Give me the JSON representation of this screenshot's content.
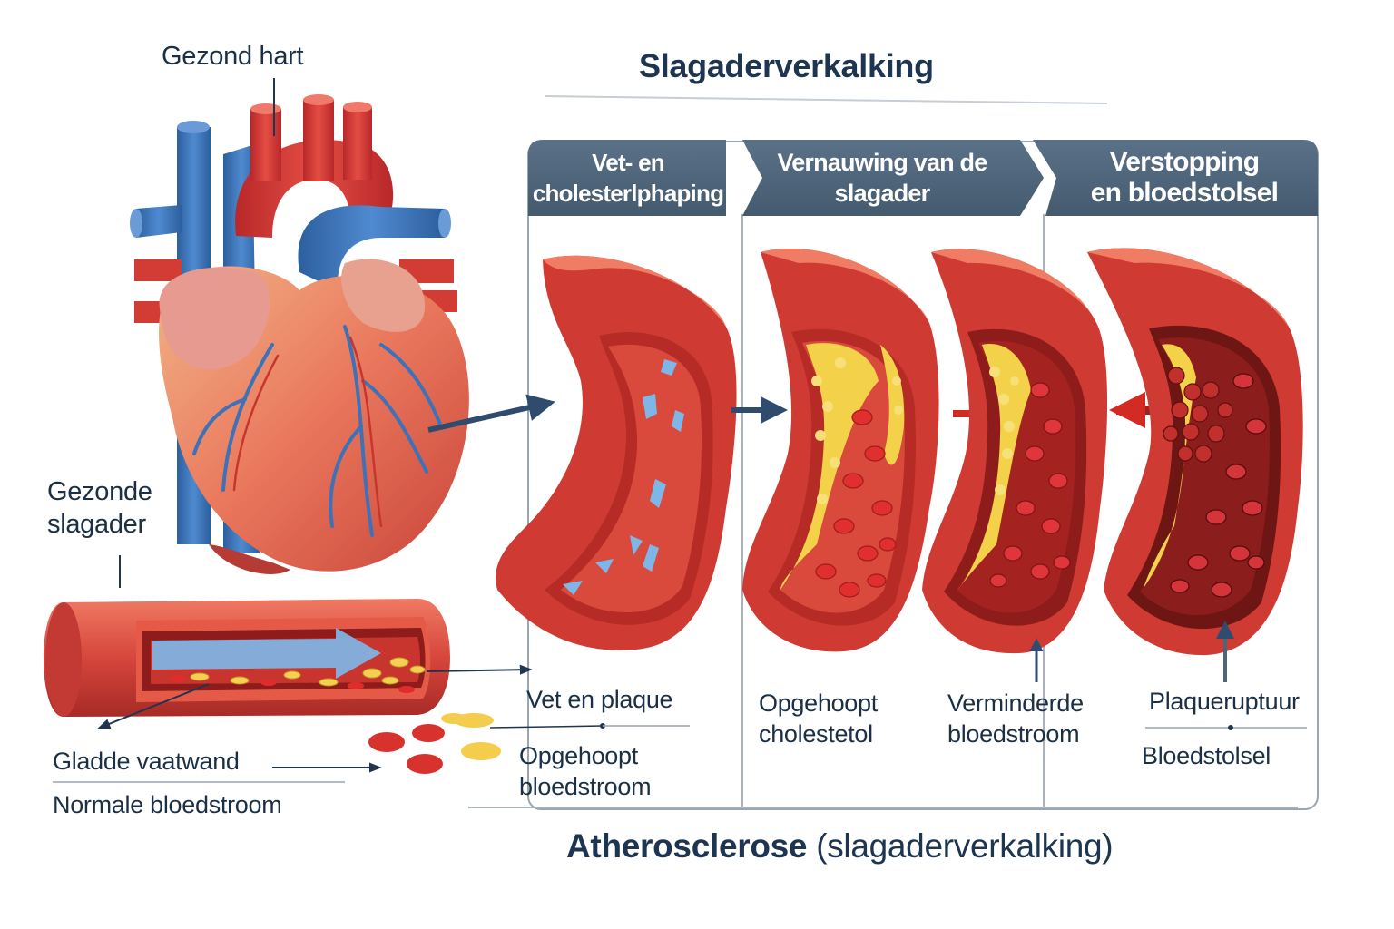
{
  "title": "Slagaderverkalking",
  "heart": {
    "label": "Gezond hart"
  },
  "healthy_artery": {
    "label_lines": [
      "Gezonde",
      "slagader"
    ],
    "smooth_wall": "Gladde vaatwand",
    "normal_flow": "Normale bloedstroom"
  },
  "stages": [
    {
      "title_lines": [
        "Vet- en",
        "cholesterlphaping"
      ]
    },
    {
      "title_lines": [
        "Vernauwing van de",
        "slagader"
      ]
    },
    {
      "title_lines": [
        "Verstopping",
        "en bloedstolsel"
      ]
    }
  ],
  "callouts": {
    "fat_plaque": "Vet en plaque",
    "accumulated_flow": [
      "Opgehoopt",
      "bloedstroom"
    ],
    "accumulated_cholesterol": [
      "Opgehoopt",
      "cholestetol"
    ],
    "reduced_flow": [
      "Verminderde",
      "bloedstroom"
    ],
    "plaque_rupture": "Plaqueruptuur",
    "blood_clot": "Bloedstolsel"
  },
  "footer": {
    "bold": "Atherosclerose",
    "rest": "(slagaderverkalking)"
  },
  "colors": {
    "navy": "#4d6479",
    "artery_red": "#d9413a",
    "artery_dark": "#a8231f",
    "vein_blue": "#3d78c0",
    "plaque_yellow": "#f3d24a",
    "flow_blue": "#7fb6e8",
    "arrow_red": "#d42a24",
    "text": "#1b2f45"
  }
}
